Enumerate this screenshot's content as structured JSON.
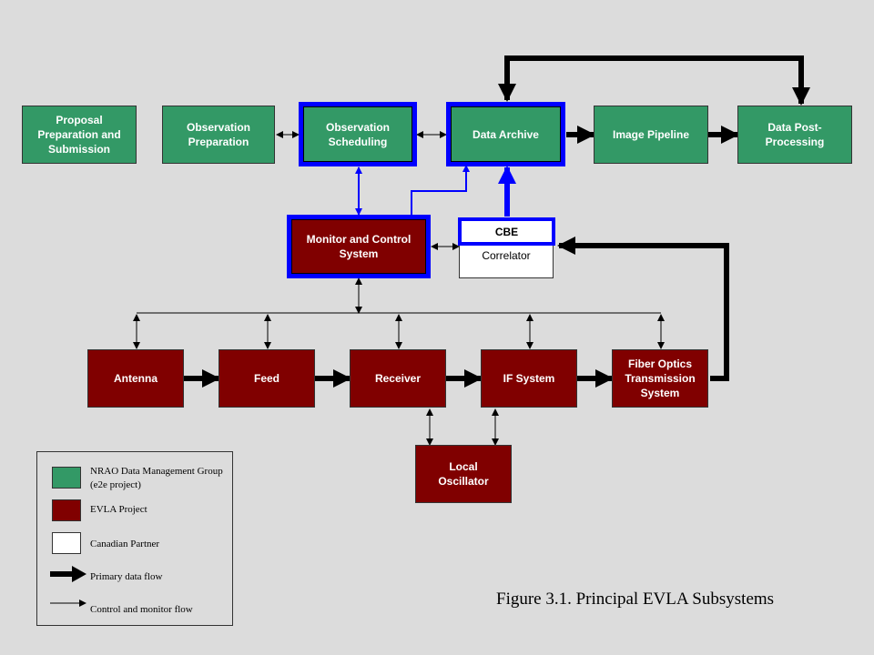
{
  "boxes": {
    "proposal": "Proposal\nPreparation and\nSubmission",
    "obs_prep": "Observation\nPreparation",
    "obs_sched": "Observation\nScheduling",
    "data_archive": "Data Archive",
    "image_pipeline": "Image Pipeline",
    "data_post": "Data Post-\nProcessing",
    "monitor_control": "Monitor and Control\nSystem",
    "cbe": "CBE",
    "correlator": "Correlator",
    "antenna": "Antenna",
    "feed": "Feed",
    "receiver": "Receiver",
    "if_system": "IF System",
    "fiber_optics": "Fiber Optics\nTransmission\nSystem",
    "local_osc": "Local\nOscillator"
  },
  "legend": {
    "nrao": "NRAO Data Management Group (e2e project)",
    "evla": "EVLA Project",
    "canadian": "Canadian Partner",
    "primary_flow": "Primary data flow",
    "control_flow": "Control and monitor flow"
  },
  "caption": "Figure 3.1. Principal EVLA Subsystems",
  "colors": {
    "nrao_green": "#339966",
    "evla_red": "#800000",
    "canadian_white": "#ffffff",
    "highlight_blue": "#0000ff",
    "background": "#dcdcdc"
  }
}
